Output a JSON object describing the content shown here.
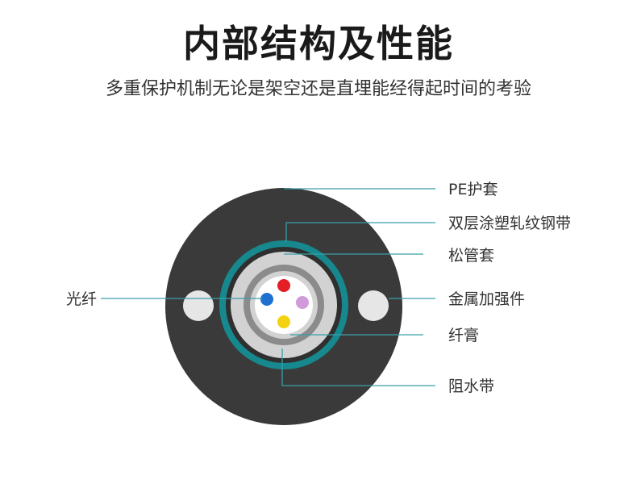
{
  "title": "内部结构及性能",
  "subtitle": "多重保护机制无论是架空还是直埋能经得起时间的考验",
  "labels": {
    "pe_jacket": "PE护套",
    "double_coated_steel": "双层涂塑轧纹钢带",
    "loose_tube": "松管套",
    "metal_strength": "金属加强件",
    "fiber": "光纤",
    "fiber_gel": "纤膏",
    "water_block": "阻水带"
  },
  "colors": {
    "jacket": "#3a3a3a",
    "steel_tape": "#17888d",
    "tube_light": "#d2d2d2",
    "tube_dark": "#8b8b8b",
    "leader_line": "#3aa0a8",
    "fiber_red": "#e31e24",
    "fiber_blue": "#1f6fd1",
    "fiber_violet": "#d19adb",
    "fiber_yellow": "#f5d20f"
  }
}
